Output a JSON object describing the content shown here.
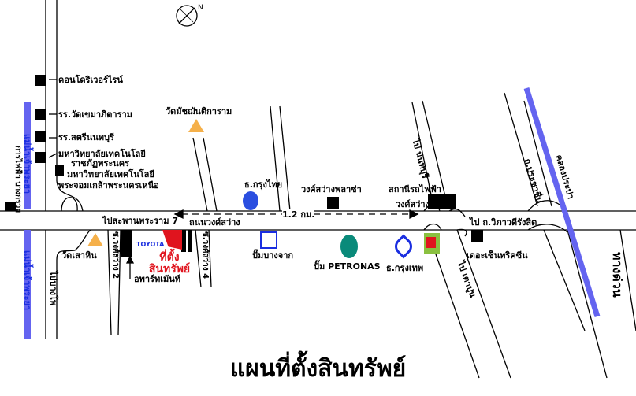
{
  "title": "แผนที่ตั้งสินทรัพย์",
  "landmarks": {
    "condo": "คอนโดริเวอร์ไรน์",
    "school1": "รร.วัดเขมาภิตาราม",
    "school2": "รร.สตรีนนทบุรี",
    "univ1": "มหาวิทยาลัยเทคโนโลยี ราชภัฏพระนคร",
    "univ1_a": "มหาวิทยาลัยเทคโนโลยี",
    "univ1_b": "ราชภัฏพระนคร",
    "univ2_a": "มหาวิทยาลัยเทคโนโลยี",
    "univ2_b": "พระจอมเกล้าพระนครเหนือ",
    "temple1": "วัดมัชฌันติการาม",
    "temple2": "วัดเสาหิน",
    "ktb": "ธ.กรุงไทย",
    "plaza": "วงศ์สว่างพลาซ่า",
    "station_a": "สถานีรถไฟฟ้า",
    "station_b": "วงศ์สว่าง",
    "bangchak": "ปั๊มบางจาก",
    "petronas": "ปั๊ม PETRONAS",
    "bbl": "ธ.กรุงเทพ",
    "green": "เดอะเซ็นทริคซีน",
    "toyota": "TOYOTA",
    "apartment": "อพาร์ทเม้นท์",
    "asset_a": "ที่ตั้ง",
    "asset_b": "สินทรัพย์",
    "egat": "การไฟฟ้า บางกรวย"
  },
  "roads": {
    "to_rama7": "ไปสะพานพระราม 7",
    "wongsawang_rd": "ถนนวงศ์สว่าง",
    "distance": "1.2 กม.",
    "to_vibhavadi": "ไป ถ.วิภาวดีรังสิต",
    "to_nonthaburi": "ไป นนทบุรี",
    "prachachuen": "ถ.ประชาชื่น",
    "canal": "คลองประปา",
    "expressway": "ทางด่วน",
    "to_taopoon": "ไป เตาปูน",
    "to_bangpho": "ไปบางโพ",
    "river": "แม่น้ำเจ้าพระยา",
    "soi2": "ซ.วงศ์สว่าง 2",
    "soi4": "ซ.วงศ์สว่าง 4"
  },
  "colors": {
    "asset": "#e0141e",
    "water": "#6464f0",
    "temple": "#f5b04a"
  }
}
